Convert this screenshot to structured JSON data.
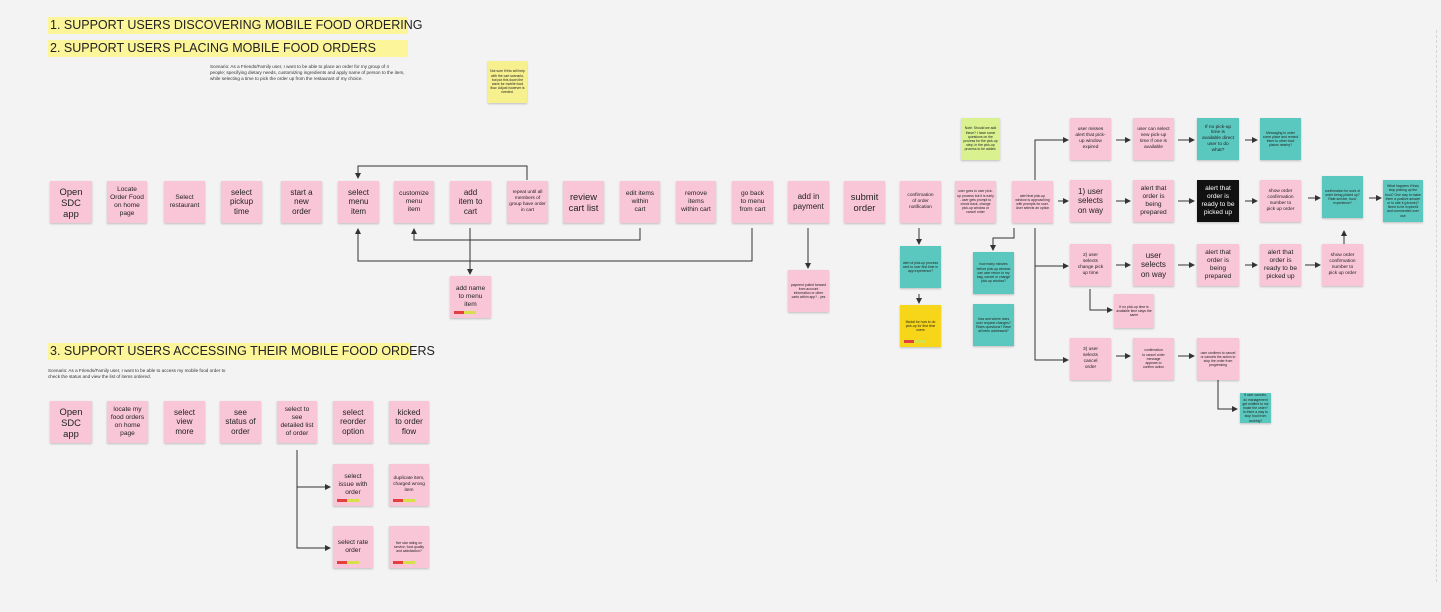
{
  "headings": [
    {
      "id": "h1",
      "text": "1. SUPPORT USERS DISCOVERING MOBILE FOOD ORDERING"
    },
    {
      "id": "h2",
      "text": "2. SUPPORT USERS PLACING MOBILE FOOD ORDERS"
    },
    {
      "id": "h3",
      "text": "3. SUPPORT USERS ACCESSING THEIR MOBILE FOOD ORDERS"
    }
  ],
  "scenarios": [
    {
      "id": "sc1",
      "text": "Scenario: As a Friends/Family user, I want to be able to place an order for my group of 4 people; specifying dietary needs, customizing ingredients and apply name of person to the item, while selecting a time to pick the order up from the restaurant of my choice."
    },
    {
      "id": "sc2",
      "text": "Scenario: As a Friends/Family user, I want to be able to access my mobile food order to check the status and view the list of items ordered."
    }
  ],
  "notes": [
    {
      "id": "n-not-sure",
      "text": "Not sure if this will help with the cart scenario, but put this down the wave for mobile food flow. Adjust however is needed."
    },
    {
      "id": "n-open-app",
      "text": "Open\nSDC app"
    },
    {
      "id": "n-locate-food",
      "text": "Locate\nOrder Food\non home\npage"
    },
    {
      "id": "n-select-restaurant",
      "text": "Select\nrestaurant"
    },
    {
      "id": "n-select-pickup",
      "text": "select\npickup\ntime"
    },
    {
      "id": "n-start-order",
      "text": "start a\nnew\norder"
    },
    {
      "id": "n-select-menu",
      "text": "select\nmenu\nitem"
    },
    {
      "id": "n-customize",
      "text": "customize\nmenu\nitem"
    },
    {
      "id": "n-add-cart",
      "text": "add\nitem to\ncart"
    },
    {
      "id": "n-repeat",
      "text": "repeat until all members of group have order in cart"
    },
    {
      "id": "n-review",
      "text": "review\ncart list"
    },
    {
      "id": "n-edit",
      "text": "edit items\nwithin\ncart"
    },
    {
      "id": "n-remove",
      "text": "remove\nitems\nwithin cart"
    },
    {
      "id": "n-back-menu",
      "text": "go back\nto menu\nfrom cart"
    },
    {
      "id": "n-add-payment",
      "text": "add in\npayment"
    },
    {
      "id": "n-submit",
      "text": "submit\norder"
    },
    {
      "id": "n-add-name",
      "text": "add name\nto menu\nitem"
    },
    {
      "id": "n-payment-pulled",
      "text": "payment pulled forward from account information or other carts within app? - yes"
    },
    {
      "id": "n-confirmation",
      "text": "confirmation\nof order\nnotification"
    },
    {
      "id": "n-alert-process",
      "text": "alert of pick-up process sent to user first time in app experience?"
    },
    {
      "id": "n-modal",
      "text": "Modal for how to do pick-up for first time users"
    },
    {
      "id": "n-lime",
      "text": "Note: Should we add these? I have some questions on the process for the pick-up step, in the pick-up process to be added."
    },
    {
      "id": "n-goes-early",
      "text": "user goes to user pick-up process but it is early - user gets prompt to check back, change pick-up window or cancel order"
    },
    {
      "id": "n-alert-window",
      "text": "alert that pick-up window is approaching with prompts for user. User selects an option"
    },
    {
      "id": "n-how-many",
      "text": "how many minutes before pick-up window can user return to my bag, cancel or change pick-up window?"
    },
    {
      "id": "n-how-where",
      "text": "how and where does user request changes? Roles questions? Have all been addressed?"
    },
    {
      "id": "n-misses",
      "text": "user misses\nalert that pick-\nup window\nexpired"
    },
    {
      "id": "n-can-select",
      "text": "user can select\nnew pick-up\ntime if one is\navailable"
    },
    {
      "id": "n-if-no",
      "text": "If no pick-up\ntime is\navailable direct\nuser to do\nwhat?"
    },
    {
      "id": "n-messaging",
      "text": "Messaging to order come place and remind them to other food places nearby?"
    },
    {
      "id": "n-on-way",
      "text": "1) user\nselects\non way"
    },
    {
      "id": "n-alert-prep1",
      "text": "alert that\norder is\nbeing\nprepared"
    },
    {
      "id": "n-alert-ready1",
      "text": "alert that\norder is\nready to be\npicked up"
    },
    {
      "id": "n-show-conf1",
      "text": "show order\nconfirmation\nnumber to\npick up order"
    },
    {
      "id": "n-confirm-picked",
      "text": "confirmation for work of order being picked up? Rate service, food, experience?"
    },
    {
      "id": "n-what-happens",
      "text": "What happens if they stop picking up the food? One way to make them a positive answer or to rate it (picture)? Need to be explored and commented over use"
    },
    {
      "id": "n-change-pickup",
      "text": "2) user\nselects\nchange pick\nup time"
    },
    {
      "id": "n-on-way2",
      "text": "user\nselects\non way"
    },
    {
      "id": "n-alert-prep2",
      "text": "alert that\norder is\nbeing\nprepared"
    },
    {
      "id": "n-alert-ready2",
      "text": "alert that\norder is\nready to be\npicked up"
    },
    {
      "id": "n-show-conf2",
      "text": "show order\nconfirmation\nnumber to\npick up order"
    },
    {
      "id": "n-if-no2",
      "text": "If no pick-up time is available time stays the same"
    },
    {
      "id": "n-cancel",
      "text": "3) user\nselects\ncancel\norder"
    },
    {
      "id": "n-conf-cancel",
      "text": "confirmation\nto cancel order\nmessage\nappears to\nconfirm action"
    },
    {
      "id": "n-user-confirms",
      "text": "user confirms to cancel or cancels the action to stop the order from progressing"
    },
    {
      "id": "n-if-user",
      "text": "If user cancels, do management get notified to not make the order? Is there a way to stop food from cooking?"
    },
    {
      "id": "n-open-app2",
      "text": "Open\nSDC app"
    },
    {
      "id": "n-locate-orders",
      "text": "locate my\nfood orders\non home\npage"
    },
    {
      "id": "n-view-more",
      "text": "select\nview\nmore"
    },
    {
      "id": "n-see-status",
      "text": "see\nstatus of\norder"
    },
    {
      "id": "n-detailed",
      "text": "select to\nsee\ndetailed list\nof order"
    },
    {
      "id": "n-reorder",
      "text": "select\nreorder\noption"
    },
    {
      "id": "n-kicked",
      "text": "kicked\nto order\nflow"
    },
    {
      "id": "n-issue",
      "text": "select\nissue with\norder"
    },
    {
      "id": "n-duplicate",
      "text": "duplicate item, charged wrong item"
    },
    {
      "id": "n-rate",
      "text": "select rate\norder"
    },
    {
      "id": "n-five-star",
      "text": "five star rating on service, food quality and satisfaction?"
    }
  ],
  "colors": {
    "pink": "#f9c6d8",
    "teal": "#5bc8bf",
    "yellow": "#f6f08f",
    "lime": "#d9f28f",
    "gold": "#f7d61a",
    "heading": "#fdf59a",
    "line": "#333333"
  }
}
